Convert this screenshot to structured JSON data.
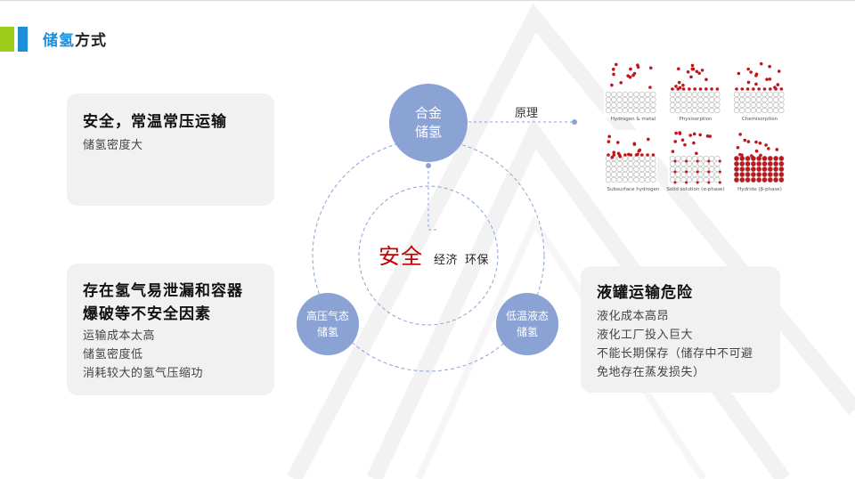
{
  "page": {
    "title_highlight": "储氢",
    "title_rest": "方式"
  },
  "diagram": {
    "center": {
      "main": "安全",
      "tags": [
        "经济",
        "环保"
      ]
    },
    "nodes": {
      "alloy": {
        "line1": "合金",
        "line2": "储氢"
      },
      "high_pressure": {
        "line1": "高压气态",
        "line2": "储氢"
      },
      "low_temp": {
        "line1": "低温液态",
        "line2": "储氢"
      }
    },
    "principle_label": "原理",
    "mechanism_captions": [
      "Hydrogen & metal",
      "Physisorption",
      "Chemisorption",
      "Subsurface hydrogen",
      "Solid solution (α-phase)",
      "Hydride (β-phase)"
    ]
  },
  "cards": {
    "alloy": {
      "head": "安全，常温常压运输",
      "lines": [
        "储氢密度大"
      ]
    },
    "high_pressure": {
      "head_lines": [
        "存在氢气易泄漏和容器",
        "爆破等不安全因素"
      ],
      "lines": [
        "运输成本太高",
        "储氢密度低",
        "消耗较大的氢气压缩功"
      ]
    },
    "low_temp": {
      "head": "液罐运输危险",
      "lines": [
        "液化成本高昂",
        "液化工厂投入巨大",
        "不能长期保存（储存中不可避",
        "免地存在蒸发损失）"
      ]
    }
  },
  "colors": {
    "accent_green": "#9ccc1c",
    "accent_blue": "#1e8ed8",
    "node_fill": "#8aa3d4",
    "dashed_line": "#8aa3d4",
    "highlight_red": "#c00000",
    "atom_red": "#c0161b",
    "card_bg": "#f1f1f1"
  }
}
